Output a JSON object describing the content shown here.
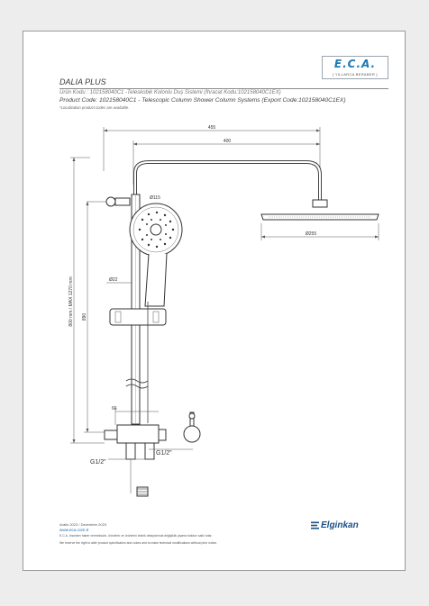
{
  "header": {
    "logo_text": "E.C.A.",
    "logo_tagline": "[ YILLARCA BERABER ]",
    "product_name": "DALIA PLUS",
    "code_tr": "Ürün Kodu : 102158040C1 -Teleskobik Kolonlu Duş Sistemi (İhracat Kodu:102158040C1EX)",
    "code_en": "Product Code: 102158040C1 - Telescopic Column Shower Column Systems (Export Code:102158040C1EX)",
    "note": "*Localization product codes are available."
  },
  "drawing": {
    "dim_455": "455",
    "dim_400": "400",
    "dim_115": "Ø115",
    "dim_255": "Ø255",
    "dim_22": "Ø22",
    "dim_66": "66",
    "dim_height": "800 mm / MAX 1270 mm",
    "dim_inner": "890",
    "thread_left": "G1/2\"",
    "thread_right": "G1/2\""
  },
  "footer": {
    "date": "Aralık 2023 / December 2023",
    "website": "www.eca.com.tr",
    "disclaimer_tr": "E.C.A. önceden haber vermeksizin, ürünlerin ve ürünlerin teknik detaylarında değişiklik yapma hakkını saklı tutar.",
    "disclaimer_en": "We reserve the right to alter product specification and colors and to make technical modifications without prior notice.",
    "brand": "Elginkan"
  },
  "colors": {
    "line": "#333333",
    "dim_line": "#555555",
    "accent_blue": "#1a7ab3",
    "brand_blue": "#1b4e86"
  }
}
